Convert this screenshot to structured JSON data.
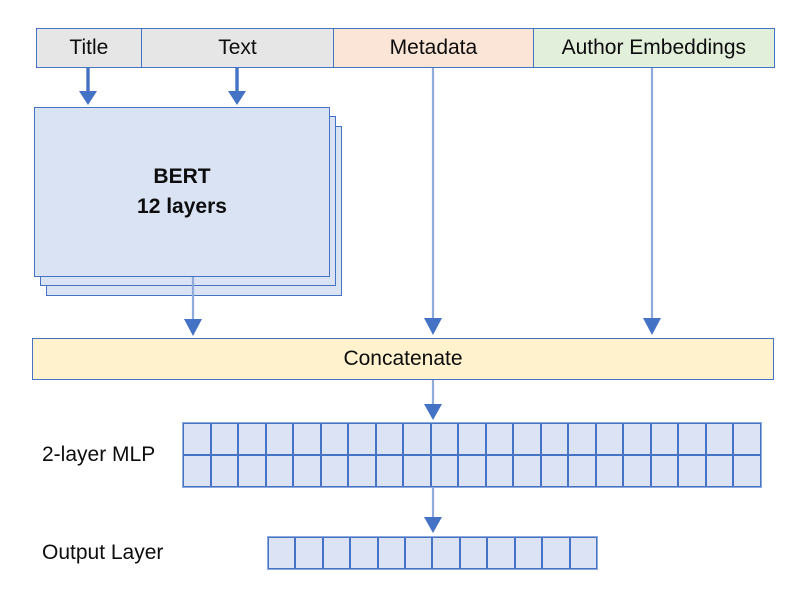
{
  "diagram": {
    "inputs": [
      {
        "label": "Title",
        "fill": "gray"
      },
      {
        "label": "Text",
        "fill": "gray"
      },
      {
        "label": "Metadata",
        "fill": "peach"
      },
      {
        "label": "Author Embeddings",
        "fill": "green"
      }
    ],
    "bert": {
      "line1": "BERT",
      "line2": "12 layers"
    },
    "concatenate": {
      "label": "Concatenate"
    },
    "mlp": {
      "label": "2-layer MLP",
      "cols": 21,
      "rows": 2
    },
    "output": {
      "label": "Output Layer",
      "cols": 12,
      "rows": 1
    }
  },
  "colors": {
    "border-blue": "#4472c4",
    "arrow-light": "#8faadc",
    "fill-gray": "#e7e6e6",
    "fill-peach": "#fbe5d6",
    "fill-green": "#e2efda",
    "fill-blue": "#dae3f3",
    "fill-yellow": "#fff2cc",
    "fill-cell": "#dce3f5"
  }
}
